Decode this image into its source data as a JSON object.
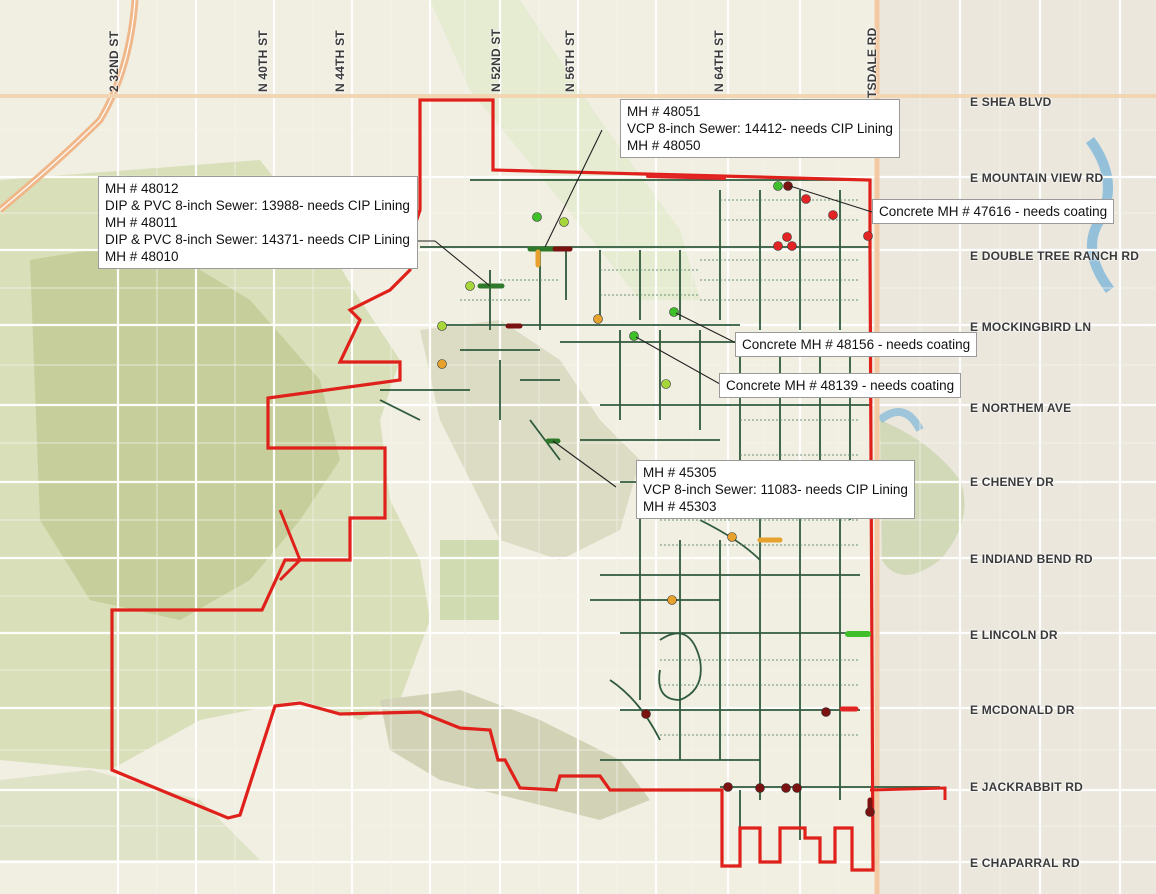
{
  "colors": {
    "boundary": "#e0201a",
    "sewer": "#2f5a3c",
    "mh_good": "#3fbf2a",
    "mh_fair": "#a6d63a",
    "mh_orange": "#e7a22e",
    "mh_red": "#e32424",
    "mh_dark": "#7a1212"
  },
  "roads": {
    "vertical": [
      "2 32ND ST",
      "N 40TH ST",
      "N 44TH ST",
      "N 52ND ST",
      "N 56TH ST",
      "N 64TH ST",
      "TSDALE RD"
    ],
    "horizontal": [
      "E SHEA BLVD",
      "E MOUNTAIN VIEW RD",
      "E DOUBLE TREE RANCH RD",
      "E MOCKINGBIRD LN",
      "E NORTHEM AVE",
      "E CHENEY DR",
      "E INDIAND BEND RD",
      "E LINCOLN DR",
      "E MCDONALD DR",
      "E JACKRABBIT RD",
      "E CHAPARRAL RD"
    ]
  },
  "callouts": {
    "c48051": {
      "line1": "MH # 48051",
      "line2": "VCP 8-inch Sewer: 14412- needs CIP Lining",
      "line3": "MH # 48050"
    },
    "c48012": {
      "line1": "MH # 48012",
      "line2": "DIP & PVC 8-inch Sewer: 13988- needs CIP Lining",
      "line3": "MH # 48011",
      "line4": "DIP & PVC 8-inch Sewer: 14371- needs CIP Lining",
      "line5": "MH # 48010"
    },
    "c47616": {
      "line1": "Concrete MH # 47616 - needs coating"
    },
    "c48156": {
      "line1": "Concrete MH # 48156 - needs coating"
    },
    "c48139": {
      "line1": "Concrete MH # 48139 - needs coating"
    },
    "c45305": {
      "line1": "MH # 45305",
      "line2": "VCP 8-inch Sewer: 11083- needs CIP Lining",
      "line3": "MH # 45303"
    }
  }
}
